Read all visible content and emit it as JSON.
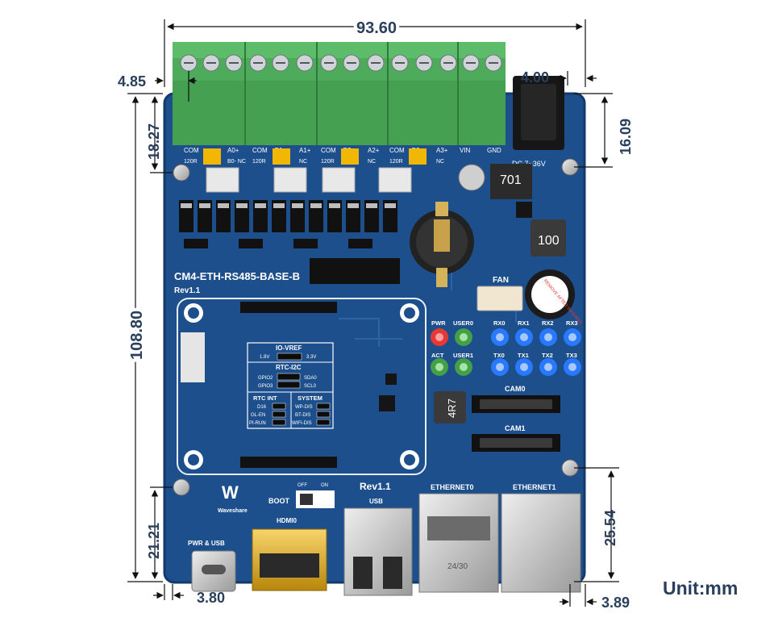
{
  "board": {
    "name": "CM4-ETH-RS485-BASE-B",
    "revision": "Rev1.1",
    "revision_right": "Rev1.1",
    "brand": "Waveshare",
    "dc_input": "DC 7~36V",
    "inductor_top": "701",
    "inductor_mid": "100",
    "inductor_left": "4R7",
    "buzzer_text": "REMOVE AFTER WASHING",
    "fan_label": "FAN",
    "boot_label": "BOOT",
    "boot_off": "OFF",
    "boot_on": "ON",
    "usb_label": "USB",
    "hdmi_label": "HDMI0",
    "pwr_usb_label": "PWR & USB",
    "ethernet0_label": "ETHERNET0",
    "ethernet1_label": "ETHERNET1",
    "eth_chip_text": "24/30",
    "cam0_label": "CAM0",
    "cam1_label": "CAM1"
  },
  "terminals": [
    {
      "top_left": "COM",
      "top_right": "A0+",
      "bottom_left": "120R",
      "bottom_right": "B0- NC"
    },
    {
      "top_left": "COM",
      "top_mid": "B1-",
      "top_right": "A1+",
      "bottom_left": "120R",
      "bottom_right": "NC"
    },
    {
      "top_left": "COM",
      "top_mid": "B2-",
      "top_right": "A2+",
      "bottom_left": "120R",
      "bottom_right": "NC"
    },
    {
      "top_left": "COM",
      "top_mid": "B3-",
      "top_right": "A3+",
      "bottom_left": "120R",
      "bottom_right": "NC"
    },
    {
      "top_left": "VIN",
      "top_right": "GND"
    }
  ],
  "leds": {
    "pwr": "PWR",
    "user0": "USER0",
    "act": "ACT",
    "user1": "USER1",
    "rx": [
      "RX0",
      "RX1",
      "RX2",
      "RX3"
    ],
    "tx": [
      "TX0",
      "TX1",
      "TX2",
      "TX3"
    ]
  },
  "config": {
    "io_vref": "IO-VREF",
    "v18": "1.8V",
    "v33": "3.3V",
    "rtc_i2c": "RTC-I2C",
    "gpio2": "GPIO2",
    "gpio3": "GPIO3",
    "sda0": "SDA0",
    "scl0": "SCL0",
    "rtc_int": "RTC INT",
    "d16": "D16",
    "gl_en": "GL-EN",
    "pi_run": "PI-RUN",
    "system": "SYSTEM",
    "wp_dis": "WP-DIS",
    "bt_dis": "BT-DIS",
    "wifi_dis": "WIFI-DIS"
  },
  "dimensions": {
    "width_total": "93.60",
    "left_margin": "4.85",
    "dc_jack": "4.00",
    "hole_top_left": "18.27",
    "hole_top_right": "16.09",
    "height_total": "108.80",
    "hole_bottom_left": "21.21",
    "hole_bottom_right": "25.54",
    "usbc_offset": "3.80",
    "right_offset": "3.89"
  },
  "unit_label": "Unit:mm",
  "colors": {
    "pcb": "#1c4f8c",
    "pcb_dark": "#123a6a",
    "terminal_green": "#4eab5b",
    "dimension_text": "#2a3f5c",
    "jumper_yellow": "#f2b705",
    "led_red": "#e53935",
    "led_green": "#43a047",
    "led_blue": "#2979ff"
  }
}
